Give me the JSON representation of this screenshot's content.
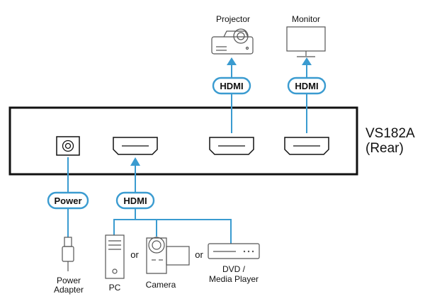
{
  "device": {
    "model": "VS182A",
    "view": "(Rear)"
  },
  "outputs": {
    "projector_label": "Projector",
    "monitor_label": "Monitor",
    "hdmi_label_1": "HDMI",
    "hdmi_label_2": "HDMI"
  },
  "inputs": {
    "power_label": "Power",
    "hdmi_label": "HDMI",
    "power_adapter_line1": "Power",
    "power_adapter_line2": "Adapter",
    "pc_label": "PC",
    "or_1": "or",
    "camera_label": "Camera",
    "or_2": "or",
    "dvd_line1": "DVD /",
    "dvd_line2": "Media Player"
  },
  "colors": {
    "cable": "#3a9bd0",
    "device_outline": "#111111",
    "icon_outline": "#555555"
  }
}
